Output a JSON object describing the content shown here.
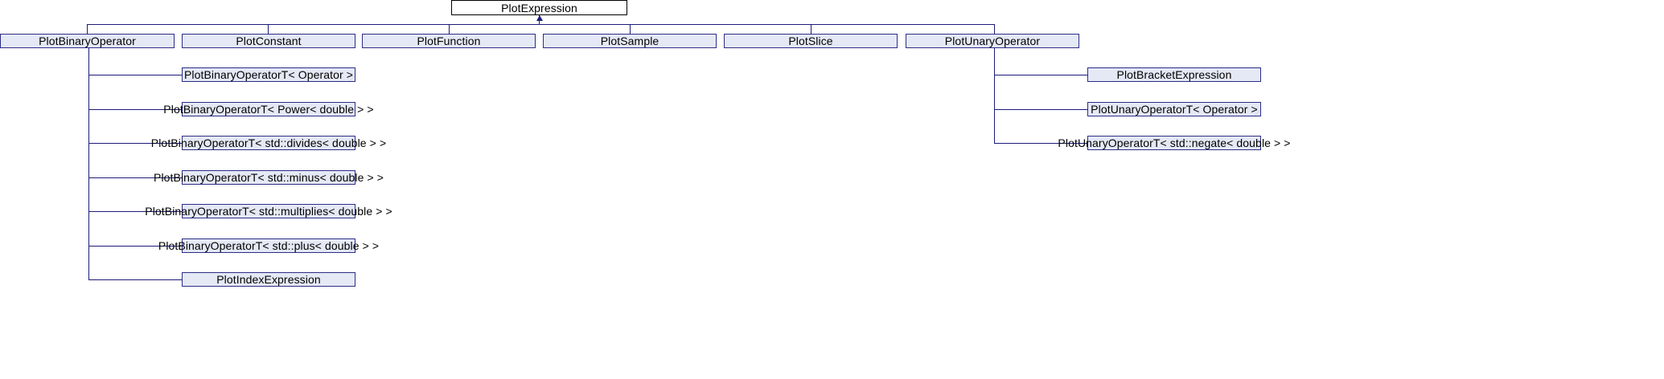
{
  "diagram": {
    "title": "PlotExpression",
    "type": "class-inheritance-graph",
    "colors": {
      "node_fill": "#e5e9f5",
      "node_border": "#2d2d86",
      "root_fill": "#ffffff",
      "root_border": "#000000",
      "edge": "#1b1b7a",
      "background": "#ffffff"
    },
    "root": {
      "label": "PlotExpression"
    },
    "level1": [
      {
        "label": "PlotBinaryOperator"
      },
      {
        "label": "PlotConstant"
      },
      {
        "label": "PlotFunction"
      },
      {
        "label": "PlotSample"
      },
      {
        "label": "PlotSlice"
      },
      {
        "label": "PlotUnaryOperator"
      }
    ],
    "binary_children": [
      {
        "label": "PlotBinaryOperatorT< Operator >"
      },
      {
        "label": "PlotBinaryOperatorT< Power< double > >"
      },
      {
        "label": "PlotBinaryOperatorT< std::divides< double > >"
      },
      {
        "label": "PlotBinaryOperatorT< std::minus< double > >"
      },
      {
        "label": "PlotBinaryOperatorT< std::multiplies< double > >"
      },
      {
        "label": "PlotBinaryOperatorT< std::plus< double > >"
      },
      {
        "label": "PlotIndexExpression"
      }
    ],
    "unary_children": [
      {
        "label": "PlotBracketExpression"
      },
      {
        "label": "PlotUnaryOperatorT< Operator >"
      },
      {
        "label": "PlotUnaryOperatorT< std::negate< double > >"
      }
    ]
  }
}
